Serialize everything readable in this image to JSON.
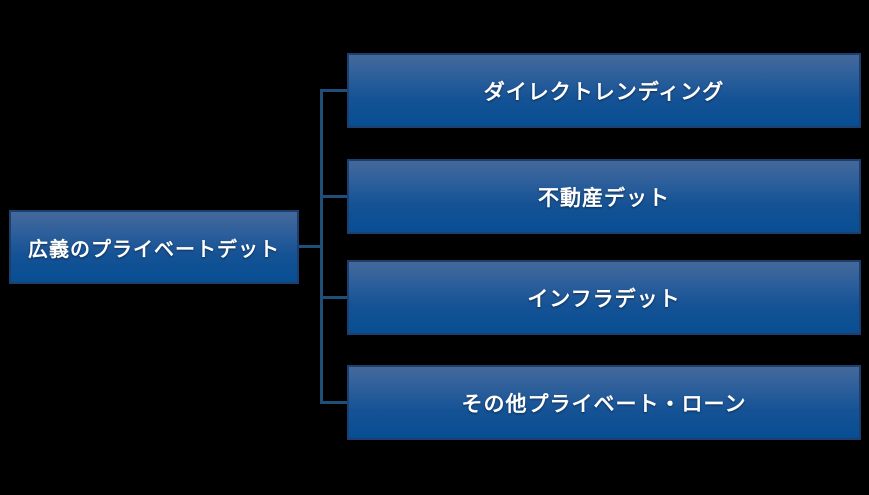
{
  "diagram": {
    "type": "tree",
    "background_color": "#000000",
    "root": {
      "label": "広義のプライベートデット"
    },
    "children": [
      {
        "label": "ダイレクトレンディング"
      },
      {
        "label": "不動産デット"
      },
      {
        "label": "インフラデット"
      },
      {
        "label": "その他プライベート・ローン"
      }
    ],
    "colors": {
      "box_gradient_top": "#44699B",
      "box_gradient_bottom": "#084E93",
      "box_border": "#1C3F6D",
      "connector_line": "#1F4E79",
      "text": "#FFFFFF"
    }
  }
}
